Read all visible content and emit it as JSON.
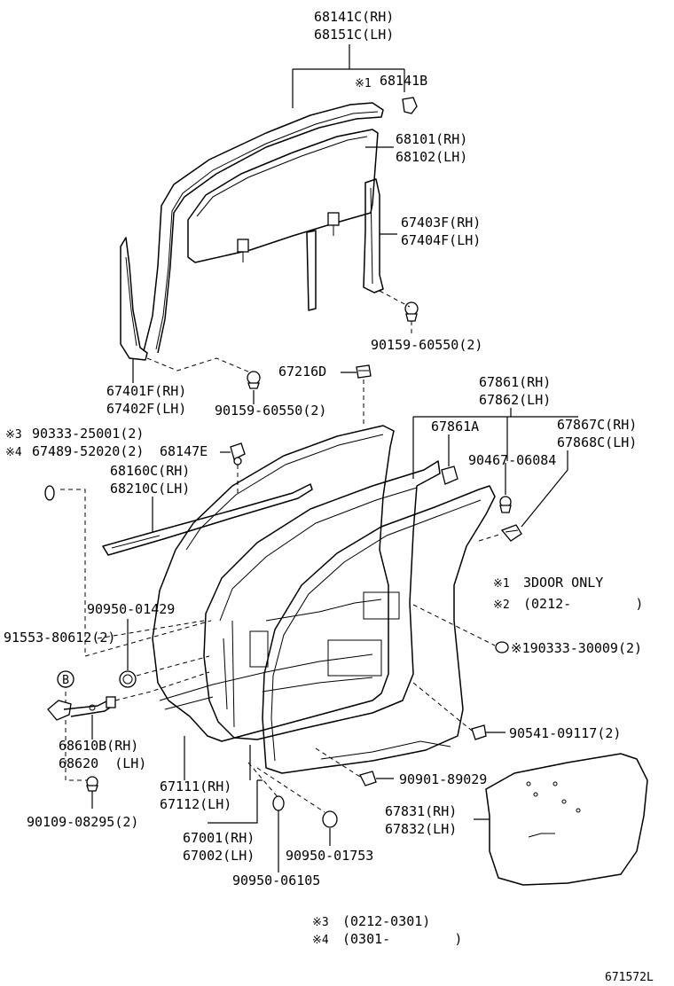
{
  "labels": {
    "p68141c_rh": "68141C(RH)",
    "p68151c_lh": "68151C(LH)",
    "mark1": "※1",
    "p68141b": "68141B",
    "p68101_rh": "68101(RH)",
    "p68102_lh": "68102(LH)",
    "p67403f_rh": "67403F(RH)",
    "p67404f_lh": "67404F(LH)",
    "p90159_60550_a": "90159-60550(2)",
    "p67216d": "67216D",
    "p67401f_rh": "67401F(RH)",
    "p67402f_lh": "67402F(LH)",
    "p90159_60550_b": "90159-60550(2)",
    "p67861_rh": "67861(RH)",
    "p67862_lh": "67862(LH)",
    "mark3": "※3",
    "p90333_25001": "90333-25001(2)",
    "mark4": "※4",
    "p67489_52020": "67489-52020(2)",
    "p68147e": "68147E",
    "p67861a": "67861A",
    "p67867c_rh": "67867C(RH)",
    "p67868c_lh": "67868C(LH)",
    "p68160c_rh": "68160C(RH)",
    "p68210c_lh": "68210C(LH)",
    "p90467_06084": "90467-06084",
    "note1_mark": "※1",
    "note1_text": "3DOOR ONLY",
    "note2_mark": "※2",
    "note2_text": "(0212-        )",
    "p90950_01429": "90950-01429",
    "p91553_80612": "91553-80612(2)",
    "p90333_30009": "※190333-30009(2)",
    "circle_b": "B",
    "p68610b_rh": "68610B(RH)",
    "p68620_lh": "68620  (LH)",
    "p90541_09117": "90541-09117(2)",
    "p67111_rh": "67111(RH)",
    "p67112_lh": "67112(LH)",
    "p90901_89029": "90901-89029",
    "p90109_08295": "90109-08295(2)",
    "p67831_rh": "67831(RH)",
    "p67832_lh": "67832(LH)",
    "p67001_rh": "67001(RH)",
    "p67002_lh": "67002(LH)",
    "p90950_01753": "90950-01753",
    "p90950_06105": "90950-06105",
    "note3_mark": "※3",
    "note3_text": "(0212-0301)",
    "note4_mark": "※4",
    "note4_text": "(0301-        )",
    "drawing_no": "671572L"
  }
}
